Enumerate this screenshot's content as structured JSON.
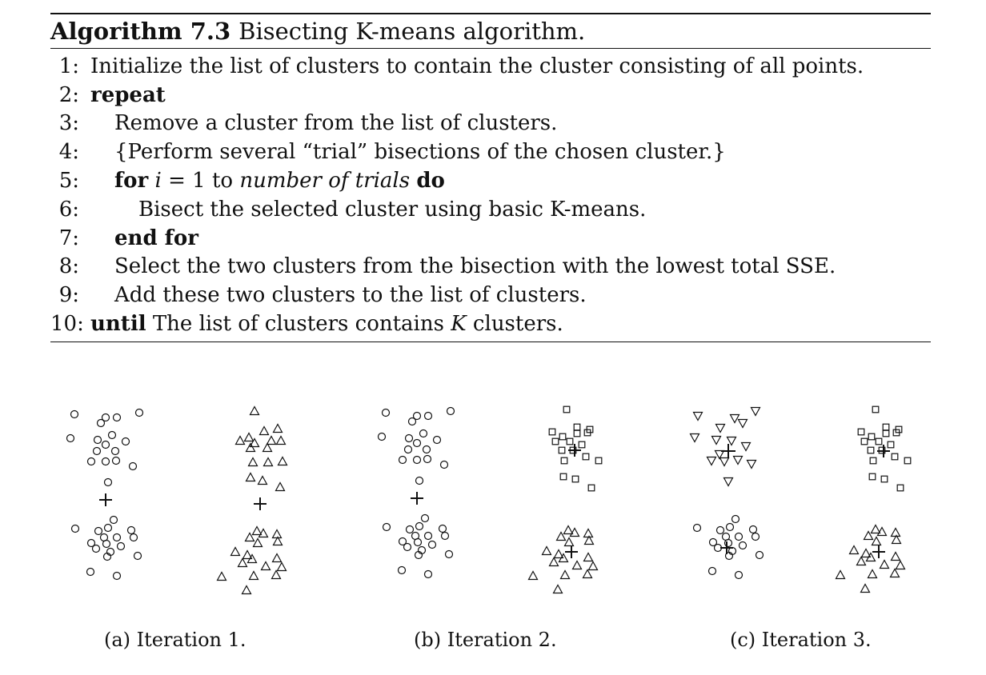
{
  "algorithm": {
    "label": "Algorithm 7.3",
    "title": "Bisecting K-means algorithm.",
    "lines": [
      {
        "num": "1:",
        "parts": [
          {
            "t": "Initialize the list of clusters to contain the cluster consisting of all points.",
            "s": "n"
          }
        ]
      },
      {
        "num": "2:",
        "parts": [
          {
            "t": "repeat",
            "s": "b"
          }
        ]
      },
      {
        "num": "3:",
        "parts": [
          {
            "t": "Remove a cluster from the list of clusters.",
            "s": "n"
          }
        ]
      },
      {
        "num": "4:",
        "parts": [
          {
            "t": "{Perform several “trial” bisections of the chosen cluster.}",
            "s": "n"
          }
        ]
      },
      {
        "num": "5:",
        "parts": [
          {
            "t": "for",
            "s": "b"
          },
          {
            "t": " ",
            "s": "n"
          },
          {
            "t": "i",
            "s": "i"
          },
          {
            "t": " = 1 to ",
            "s": "n"
          },
          {
            "t": "number of trials",
            "s": "i"
          },
          {
            "t": " ",
            "s": "n"
          },
          {
            "t": "do",
            "s": "b"
          }
        ]
      },
      {
        "num": "6:",
        "parts": [
          {
            "t": "Bisect the selected cluster using basic K-means.",
            "s": "n"
          }
        ]
      },
      {
        "num": "7:",
        "parts": [
          {
            "t": "end for",
            "s": "b"
          }
        ]
      },
      {
        "num": "8:",
        "parts": [
          {
            "t": "Select the two clusters from the bisection with the lowest total SSE.",
            "s": "n"
          }
        ]
      },
      {
        "num": "9:",
        "parts": [
          {
            "t": "Add these two clusters to the list of clusters.",
            "s": "n"
          }
        ]
      },
      {
        "num": "10:",
        "parts": [
          {
            "t": "until",
            "s": "b"
          },
          {
            "t": " The list of clusters contains ",
            "s": "n"
          },
          {
            "t": "K",
            "s": "i"
          },
          {
            "t": " clusters.",
            "s": "n"
          }
        ]
      }
    ]
  },
  "figure": {
    "panels": [
      {
        "clusters": [
          {
            "marker": "circle"
          },
          {
            "marker": "triangle"
          }
        ],
        "centroids": 2
      },
      {
        "clusters": [
          {
            "marker": "circle"
          },
          {
            "marker": "square"
          },
          {
            "marker": "triangle"
          }
        ],
        "centroids": 3
      },
      {
        "clusters": [
          {
            "marker": "triangle-down"
          },
          {
            "marker": "circle"
          },
          {
            "marker": "square"
          },
          {
            "marker": "triangle"
          }
        ],
        "centroids": 4
      }
    ],
    "captions": [
      "(a) Iteration 1.",
      "(b) Iteration 2.",
      "(c) Iteration 3."
    ]
  }
}
